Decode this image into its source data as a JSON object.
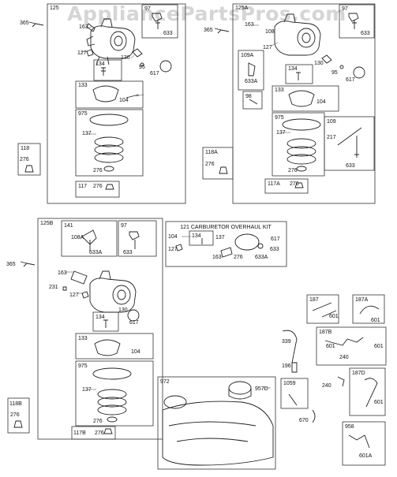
{
  "watermark": "AppliancePartsPros.com",
  "kit_title": "121 CARBURETOR OVERHAUL KIT",
  "groups": {
    "g125": {
      "label": "125",
      "parts": [
        "97",
        "163",
        "633",
        "127",
        "130",
        "134",
        "95",
        "617",
        "133",
        "104",
        "975",
        "137",
        "276"
      ]
    },
    "g117": {
      "label": "117",
      "parts": [
        "276"
      ]
    },
    "g118": {
      "label": "118",
      "parts": [
        "276"
      ]
    },
    "g125A": {
      "label": "125A",
      "parts": [
        "97",
        "163",
        "108",
        "633",
        "127",
        "109A",
        "633A",
        "130",
        "134",
        "95",
        "617",
        "98",
        "133",
        "104",
        "975",
        "137",
        "276",
        "109",
        "217",
        "633"
      ]
    },
    "g117A": {
      "label": "117A",
      "parts": [
        "276"
      ]
    },
    "g118A": {
      "label": "118A",
      "parts": [
        "276"
      ]
    },
    "g125B": {
      "label": "125B",
      "parts": [
        "141",
        "108A",
        "633A",
        "97",
        "633",
        "163",
        "231",
        "127",
        "130",
        "134",
        "617",
        "133",
        "104",
        "975",
        "137",
        "276"
      ]
    },
    "g117B": {
      "label": "117B",
      "parts": [
        "276"
      ]
    },
    "g118B": {
      "label": "118B",
      "parts": [
        "276"
      ]
    },
    "kit121": {
      "parts": [
        "104",
        "127",
        "134",
        "137",
        "617",
        "633",
        "163",
        "276",
        "633A"
      ]
    },
    "g187": {
      "label": "187",
      "parts": [
        "601"
      ]
    },
    "g187A": {
      "label": "187A",
      "parts": [
        "601"
      ]
    },
    "g187B": {
      "label": "187B",
      "parts": [
        "601",
        "240",
        "601"
      ]
    },
    "g187D": {
      "label": "187D",
      "parts": [
        "601"
      ]
    },
    "g958": {
      "label": "958",
      "parts": [
        "601A"
      ]
    },
    "g972": {
      "label": "972",
      "parts": [
        "957D"
      ]
    },
    "g1059": {
      "label": "1059",
      "parts": []
    },
    "loose": [
      "365",
      "365",
      "365",
      "339",
      "196",
      "670",
      "240"
    ]
  }
}
